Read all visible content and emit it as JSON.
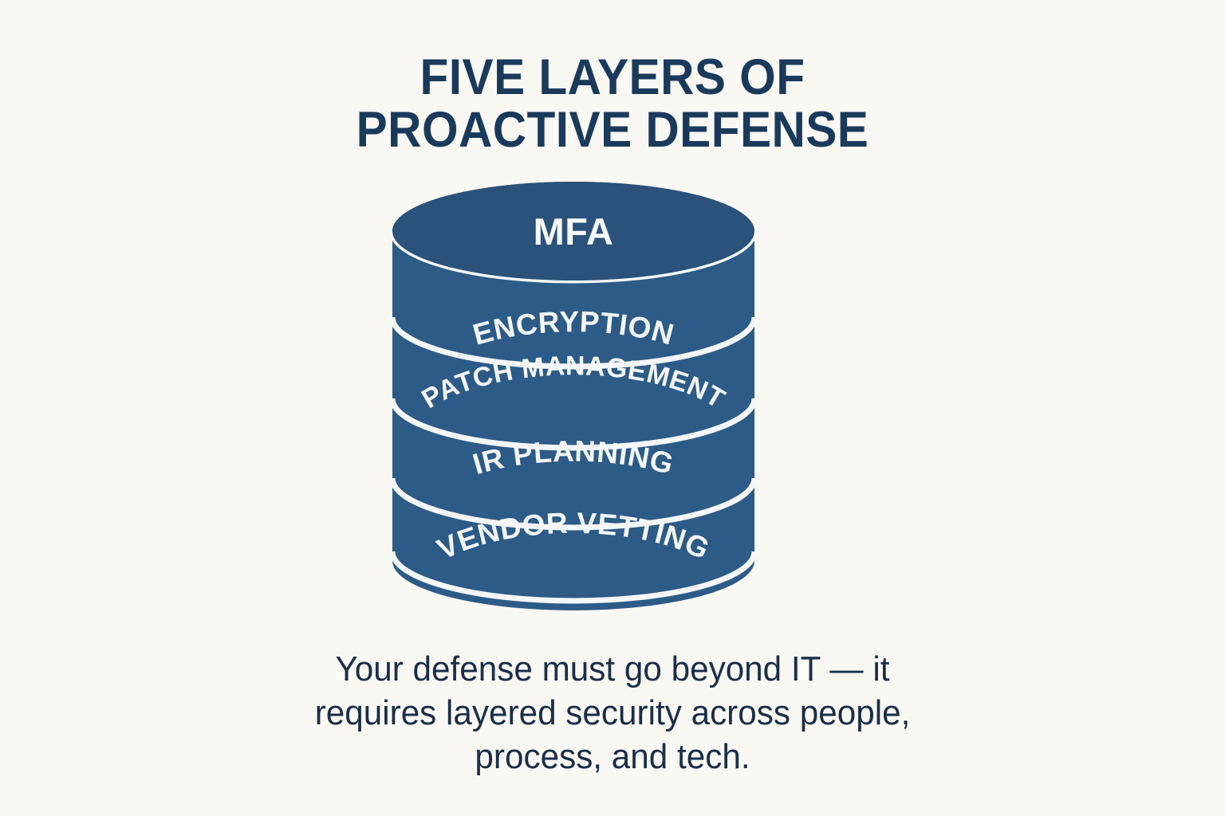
{
  "colors": {
    "background": "#faf8f3",
    "title_navy": "#1a3a5c",
    "caption_navy": "#1a2e4a",
    "cylinder_top": "#2b527a",
    "cylinder_body": "#2d5b87",
    "separator_white": "#f4f6f8",
    "label_white": "#f4f6f7"
  },
  "title": {
    "line1": "FIVE LAYERS OF",
    "line2": "PROACTIVE DEFENSE"
  },
  "diagram": {
    "type": "layered-cylinder-stack",
    "name": "five-layer-defense-cylinder",
    "layer_count": 5,
    "top_layer": {
      "label": "MFA",
      "position": "top-disc"
    },
    "bands": [
      {
        "label": "ENCRYPTION",
        "order": 2
      },
      {
        "label": "PATCH MANAGEMENT",
        "order": 3
      },
      {
        "label": "IR PLANNING",
        "order": 4
      },
      {
        "label": "VENDOR VETTING",
        "order": 5
      }
    ]
  },
  "caption": {
    "line1": "Your defense must go beyond IT — it",
    "line2": "requires layered security across people,",
    "line3": "process, and tech."
  }
}
